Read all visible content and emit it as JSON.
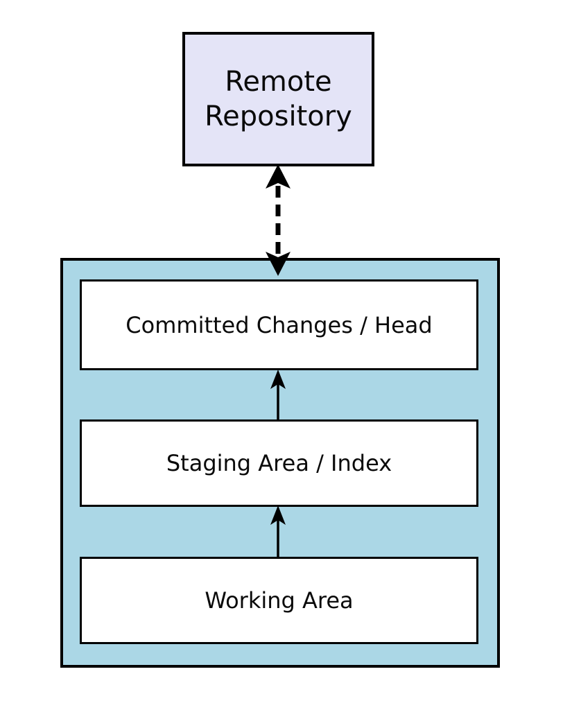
{
  "diagram": {
    "remote": {
      "label": "Remote Repository"
    },
    "local": {
      "boxes": [
        {
          "label": "Committed Changes / Head"
        },
        {
          "label": "Staging Area / Index"
        },
        {
          "label": "Working Area"
        }
      ]
    },
    "connectors": [
      {
        "name": "remote-local-sync",
        "style": "dashed",
        "direction": "both"
      },
      {
        "name": "staging-to-committed",
        "style": "solid",
        "direction": "up"
      },
      {
        "name": "working-to-staging",
        "style": "solid",
        "direction": "up"
      }
    ]
  },
  "colors": {
    "canvas_bg": "#ffffff",
    "remote_box_bg": "#e4e4f7",
    "local_container_bg": "#abd7e6",
    "box_bg": "#ffffff",
    "line": "#000000",
    "text": "#0a0a0a"
  }
}
